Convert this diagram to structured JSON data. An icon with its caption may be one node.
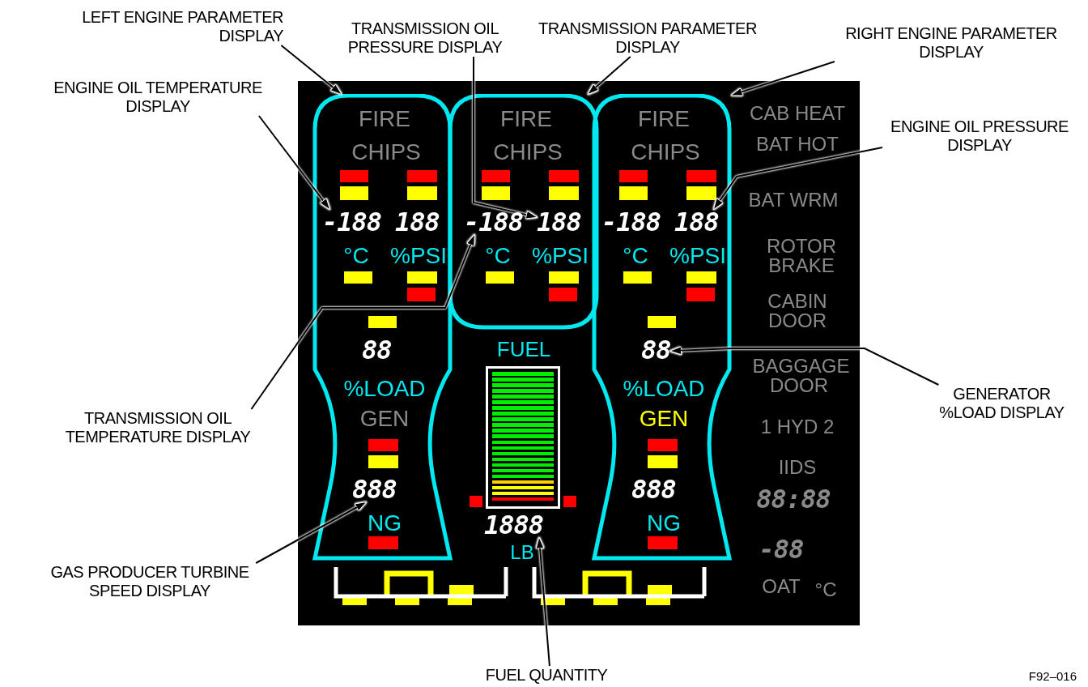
{
  "diagram": {
    "nodes": [
      {
        "text": [
          "LEFT ENGINE PARAMETER DISPLAY"
        ]
      },
      {
        "text": [
          "TRANSMISSION OIL PRESSURE DISPLAY"
        ]
      },
      {
        "text": [
          "TRANSMISSION PARAMETER DISPLAY"
        ]
      },
      {
        "text": [
          "RIGHT ENGINE PARAMETER DISPLAY"
        ]
      },
      {
        "text": [
          "ENGINE OIL TEMPERATURE DISPLAY"
        ]
      },
      {
        "text": [
          "ENGINE OIL PRESSURE DISPLAY"
        ]
      },
      {
        "text": [
          "TRANSMISSION OIL TEMPERATURE DISPLAY"
        ]
      },
      {
        "text": [
          "GENERATOR %LOAD DISPLAY"
        ]
      },
      {
        "text": [
          "GAS PRODUCER TURBINE SPEED DISPLAY"
        ]
      },
      {
        "text": [
          "FUEL QUANTITY"
        ]
      },
      {
        "text": [
          "FUEL",
          "LB",
          "CAB HEAT",
          "BAT HOT",
          "BAT WRM",
          "ROTOR BRAKE",
          "CABIN DOOR",
          "BAGGAGE DOOR",
          "1 HYD 2",
          "IIDS",
          "88:88",
          "-88",
          "OAT",
          "°C"
        ]
      },
      {
        "text": [
          "FIRE",
          "CHIPS",
          "°C",
          "%PSI",
          "%LOAD",
          "GEN",
          "NG"
        ],
        "in": 10
      },
      {
        "text": [
          "-188"
        ],
        "in": 11
      },
      {
        "text": [
          "188"
        ],
        "in": 11
      },
      {
        "text": [
          "88"
        ],
        "in": 11
      },
      {
        "text": [
          "888"
        ],
        "in": 11
      },
      {
        "text": [
          "FIRE",
          "CHIPS",
          "°C",
          "%PSI"
        ],
        "in": 10
      },
      {
        "text": [
          "-188"
        ],
        "in": 16
      },
      {
        "text": [
          "188"
        ],
        "in": 16
      },
      {
        "text": [
          "FIRE",
          "CHIPS",
          "°C",
          "%PSI",
          "%LOAD",
          "GEN",
          "NG"
        ],
        "in": 10
      },
      {
        "text": [
          "-188"
        ],
        "in": 19
      },
      {
        "text": [
          "188"
        ],
        "in": 19
      },
      {
        "text": [
          "88"
        ],
        "in": 19
      },
      {
        "text": [
          "888"
        ],
        "in": 19
      },
      {
        "text": [],
        "shape": "bar",
        "in": 10
      },
      {
        "text": [
          "1888"
        ],
        "in": 10
      }
    ],
    "edges": [
      {
        "from": 0,
        "to": 11,
        "arrow": "to"
      },
      {
        "from": 1,
        "to": 18,
        "arrow": "to"
      },
      {
        "from": 2,
        "to": 16,
        "arrow": "to"
      },
      {
        "from": 3,
        "to": 19,
        "arrow": "to"
      },
      {
        "from": 4,
        "to": 12,
        "arrow": "to"
      },
      {
        "from": 5,
        "to": 21,
        "arrow": "to"
      },
      {
        "from": 6,
        "to": 17,
        "arrow": "to"
      },
      {
        "from": 7,
        "to": 22,
        "arrow": "to"
      },
      {
        "from": 8,
        "to": 15,
        "arrow": "to"
      },
      {
        "from": 9,
        "to": 25,
        "arrow": "to"
      }
    ],
    "labels": [
      "F92–016"
    ]
  }
}
